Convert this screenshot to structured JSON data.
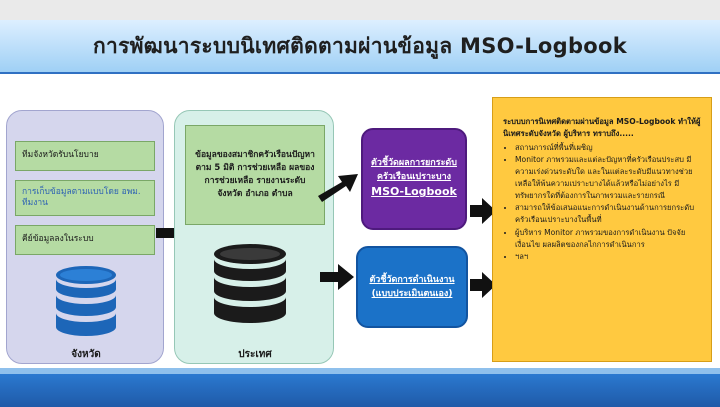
{
  "title": "การพัฒนาระบบนิเทศติดตามผ่านข้อมูล MSO-Logbook",
  "province_panel": {
    "boxes": [
      "ทีมจังหวัดรับนโยบาย",
      "การเก็บข้อมูลตามแบบโดย อพม. ทีมงาน",
      "คีย์ข้อมูลลงในระบบ"
    ],
    "caption": "จังหวัด"
  },
  "country_panel": {
    "box_text": "ข้อมูลของสมาชิกครัวเรือนปัญหาตาม 5 มิติ การช่วยเหลือ ผลของการช่วยเหลือ รายงานระดับ จังหวัด อำเภอ ตำบล",
    "caption": "ประเทศ"
  },
  "indicators": {
    "outcome": {
      "label": "ตัวชี้วัดผลการยกระดับครัวเรือนเปราะบาง",
      "label_big": "MSO-Logbook"
    },
    "operation": {
      "label": "ตัวชี้วัดการดำเนินงาน",
      "note": "(แบบประเมินตนเอง)"
    }
  },
  "summary": {
    "heading": "ระบบบการนิเทศติดตามผ่านข้อมูล MSO-Logbook ทำให้ผู้นิเทศระดับจังหวัด ผู้บริหาร ทราบถึง.....",
    "items": [
      "สถานการณ์ที่พื้นที่เผชิญ",
      "Monitor ภาพรวมและแต่ละปัญหาที่ครัวเรือนประสบ มีความเร่งด่วนระดับใด และในแต่ละระดับมีแนวทางช่วยเหลือให้พ้นความเปราะบางได้แล้วหรือไม่อย่างไร มีทรัพยากรใดที่ต้องการในภาพรวมและรายกรณี",
      "สามารถให้ข้อเสนอแนะการดำเนินงานด้านการยกระดับครัวเรือนเปราะบางในพื้นที่",
      "ผู้บริหาร Monitor ภาพรวมของการดำเนินงาน ปัจจัยเงื่อนไข ผลผลิตของกลไกการดำเนินการ",
      "ฯลฯ"
    ]
  },
  "colors": {
    "title_band": "#9fd0f5",
    "bottom_band": "#1f5aa8",
    "province_panel": "#d5d6ed",
    "country_panel": "#d7f0e9",
    "green_box": "#b5dba3",
    "purple_box": "#6c2aa2",
    "blue_box": "#1b72c8",
    "summary_box": "#ffc940"
  },
  "icons": [
    "database-icon",
    "arrow-right-icon"
  ]
}
